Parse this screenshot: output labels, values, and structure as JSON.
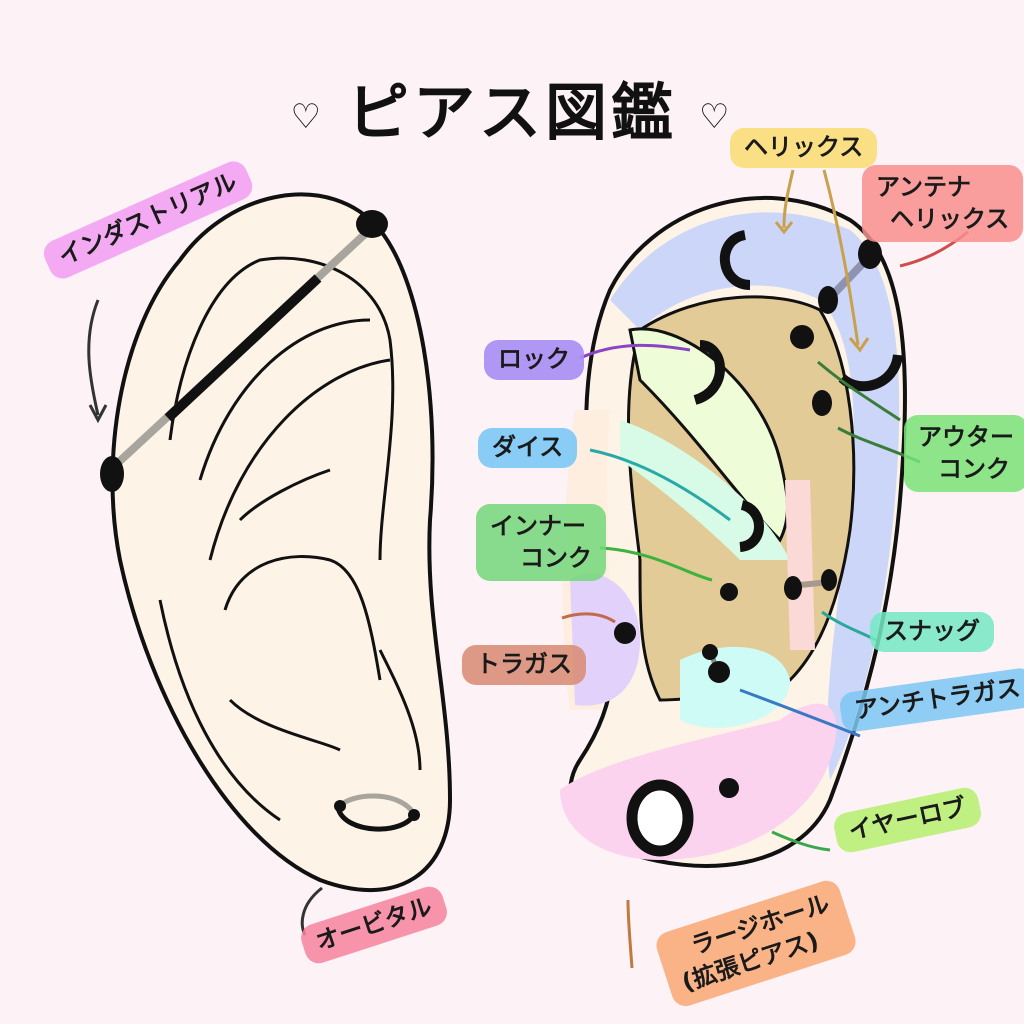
{
  "title": {
    "text": "ピアス図鑑",
    "heart_left": "♡",
    "heart_right": "♡"
  },
  "labels": {
    "industrial": {
      "text": "インダストリアル",
      "color": "#ee9ff0"
    },
    "helix": {
      "text": "ヘリックス",
      "color": "#f9dd7d"
    },
    "antihelix_line1": {
      "text": "アンテナ",
      "color": "#f4918e"
    },
    "antihelix_line2": {
      "text": "ヘリックス",
      "color": "#f4918e"
    },
    "rook": {
      "text": "ロック",
      "color": "#a98ef0"
    },
    "daith": {
      "text": "ダイス",
      "color": "#7fc8f3"
    },
    "inner_conch_line1": {
      "text": "インナー",
      "color": "#77d67c"
    },
    "inner_conch_line2": {
      "text": "コンク",
      "color": "#77d67c"
    },
    "tragus": {
      "text": "トラガス",
      "color": "#d68b74"
    },
    "outer_conch_line1": {
      "text": "アウター",
      "color": "#7ee27a"
    },
    "outer_conch_line2": {
      "text": "コンク",
      "color": "#7ee27a"
    },
    "snug": {
      "text": "スナッグ",
      "color": "#79e8c4"
    },
    "antitragus": {
      "text": "アンチトラガス",
      "color": "#7fc6f1"
    },
    "earlobe": {
      "text": "イヤーロブ",
      "color": "#b7ef72"
    },
    "large_hole_line1": {
      "text": "ラージホール",
      "color": "#f6a877"
    },
    "large_hole_line2": {
      "text": "(拡張ピアス)",
      "color": "#f6a877"
    },
    "orbital": {
      "text": "オービタル",
      "color": "#f3849f"
    }
  },
  "colors": {
    "background": "#fdf2f6",
    "skin": "#fdf3e6",
    "helix_zone": "#ccd6f8",
    "conch_zone": "#e2cb97",
    "rook_zone": "#eefcd8",
    "daith_zone": "#d8fbe8",
    "tragus_zone": "#e2d2fb",
    "antitragus_zone": "#cefbf6",
    "snug_zone": "#fbd9d6",
    "lobe_zone": "#fbd3ef",
    "outline": "#111111",
    "bar": "#a8a49e"
  }
}
